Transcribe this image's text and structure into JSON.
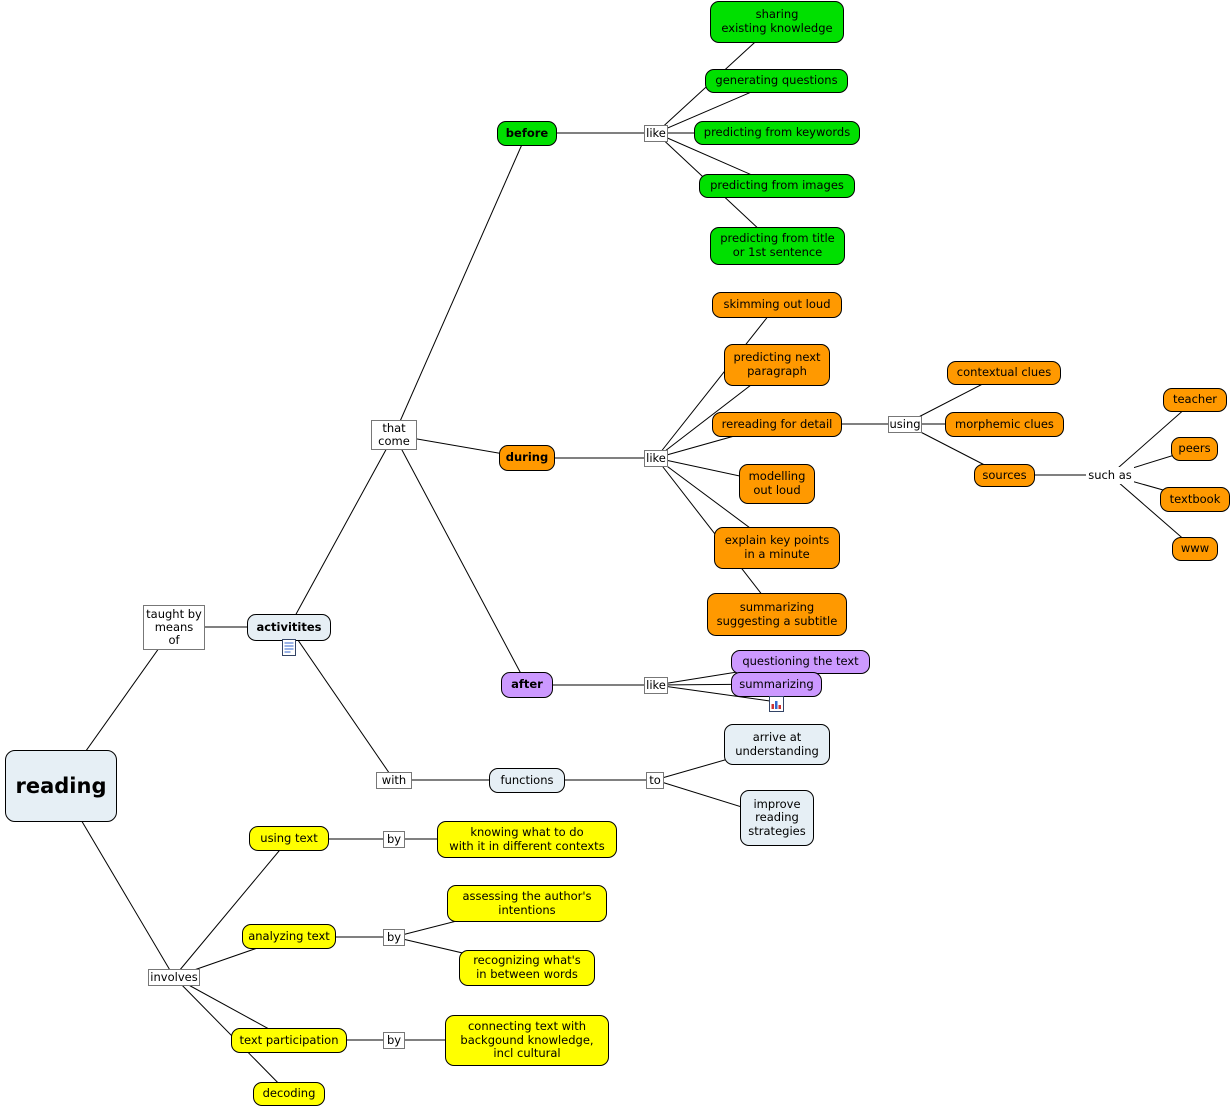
{
  "colors": {
    "green": "#00e000",
    "orange": "#ff9900",
    "yellow": "#ffff00",
    "purple": "#cc99ff",
    "blue": "#e6eff5",
    "label_bg": "#ffffff",
    "line": "#000000"
  },
  "nodes": {
    "reading": "reading",
    "activitites": "activitites",
    "before": "before",
    "during": "during",
    "after": "after",
    "functions": "functions",
    "sharing_existing_knowledge": "sharing\nexisting knowledge",
    "generating_questions": "generating questions",
    "predicting_from_keywords": "predicting from keywords",
    "predicting_from_images": "predicting from images",
    "predicting_from_title": "predicting from title\nor 1st sentence",
    "skimming_out_loud": "skimming out loud",
    "predicting_next_paragraph": "predicting next\nparagraph",
    "rereading_for_detail": "rereading for detail",
    "modelling_out_loud": "modelling\nout loud",
    "explain_key_points": "explain key points\nin a minute",
    "summarizing_suggesting": "summarizing\nsuggesting a subtitle",
    "contextual_clues": "contextual clues",
    "morphemic_clues": "morphemic clues",
    "sources": "sources",
    "teacher": "teacher",
    "peers": "peers",
    "textbook": "textbook",
    "www": "www",
    "questioning_the_text": "questioning the text",
    "summarizing": "summarizing",
    "arrive_at_understanding": "arrive at\nunderstanding",
    "improve_reading_strategies": "improve\nreading\nstrategies",
    "using_text": "using text",
    "knowing_what_to_do": "knowing what to do\nwith it in different contexts",
    "analyzing_text": "analyzing text",
    "assessing_authors_intentions": "assessing the author's\nintentions",
    "recognizing_whats": "recognizing what's\nin between words",
    "text_participation": "text participation",
    "connecting_text": "connecting text with\nbackgound knowledge,\nincl cultural",
    "decoding": "decoding"
  },
  "linking_phrases": {
    "taught_by": "taught by\nmeans\nof",
    "that_come": "that\ncome",
    "like": "like",
    "using": "using",
    "such_as": "such as",
    "with": "with",
    "to": "to",
    "by": "by",
    "involves": "involves"
  },
  "icons": {
    "activitites_resource": "document-icon",
    "summarizing_resource": "chart-icon"
  },
  "propositions": [
    {
      "from": "reading",
      "phrase": "taught by means of",
      "to": [
        "activitites"
      ]
    },
    {
      "from": "reading",
      "phrase": "involves",
      "to": [
        "using text",
        "analyzing text",
        "text participation",
        "decoding"
      ]
    },
    {
      "from": "activitites",
      "phrase": "that come",
      "to": [
        "before",
        "during",
        "after"
      ]
    },
    {
      "from": "activitites",
      "phrase": "with",
      "to": [
        "functions"
      ]
    },
    {
      "from": "before",
      "phrase": "like",
      "to": [
        "sharing existing knowledge",
        "generating questions",
        "predicting from keywords",
        "predicting from images",
        "predicting from title or 1st sentence"
      ]
    },
    {
      "from": "during",
      "phrase": "like",
      "to": [
        "skimming out loud",
        "predicting next paragraph",
        "rereading for detail",
        "modelling out loud",
        "explain key points in a minute",
        "summarizing suggesting a subtitle"
      ]
    },
    {
      "from": "rereading for detail",
      "phrase": "using",
      "to": [
        "contextual clues",
        "morphemic clues",
        "sources"
      ]
    },
    {
      "from": "sources",
      "phrase": "such as",
      "to": [
        "teacher",
        "peers",
        "textbook",
        "www"
      ]
    },
    {
      "from": "after",
      "phrase": "like",
      "to": [
        "questioning the text",
        "summarizing"
      ]
    },
    {
      "from": "functions",
      "phrase": "to",
      "to": [
        "arrive at understanding",
        "improve reading strategies"
      ]
    },
    {
      "from": "using text",
      "phrase": "by",
      "to": [
        "knowing what to do with it in different contexts"
      ]
    },
    {
      "from": "analyzing text",
      "phrase": "by",
      "to": [
        "assessing the author's intentions",
        "recognizing what's in between words"
      ]
    },
    {
      "from": "text participation",
      "phrase": "by",
      "to": [
        "connecting text with backgound knowledge, incl cultural"
      ]
    }
  ]
}
